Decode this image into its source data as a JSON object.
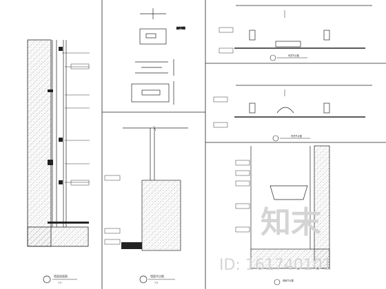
{
  "watermark": {
    "logo_text": "知末",
    "id_text": "ID: 161740101"
  },
  "panels": {
    "panel_1": {
      "caption": "墙面剖面图",
      "scale": "1:5"
    },
    "panel_2_top": {
      "note": "挂件详图"
    },
    "panel_2_bottom": {
      "caption": "墙面节点图",
      "scale": "1:5"
    },
    "panel_3a": {
      "caption": "吊顶节点图"
    },
    "panel_3b": {
      "caption": "吊顶节点图"
    },
    "panel_3c": {
      "caption": "墙面节点图"
    }
  },
  "colors": {
    "line": "#222222",
    "hatch": "#666666",
    "background": "#ffffff",
    "watermark": "#d4d4d4"
  }
}
